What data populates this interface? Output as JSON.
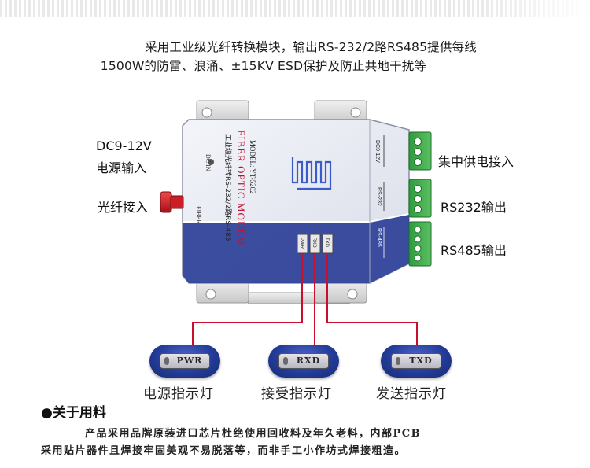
{
  "intro": {
    "line1": "采用工业级光纤转换模块，输出RS-232/2路RS485提供每线",
    "line2": "1500W的防雷、浪涌、±15KV ESD保护及防止共地干扰等"
  },
  "labels": {
    "dc_power_line1": "DC9-12V",
    "dc_power_line2": "电源输入",
    "fiber_in": "光纤接入",
    "bus_power": "集中供电接入",
    "rs232_out": "RS232输出",
    "rs485_out": "RS485输出"
  },
  "device": {
    "brand_vertical": "工业级光纤转RS-232/2路RS-485",
    "title_vertical": "FIBER OPTIC MODEM",
    "model_vertical": "MODEL: YT-5202",
    "dc_in": "DC IN",
    "fiber": "FIBER",
    "led_pwr": "PWR",
    "led_rxd": "RXD",
    "led_txd": "TXD",
    "term_dc": "DC9-12V",
    "term_232": "RS-232",
    "term_485": "RS-485"
  },
  "indicators": [
    {
      "code": "PWR",
      "label": "电源指示灯"
    },
    {
      "code": "RXD",
      "label": "接受指示灯"
    },
    {
      "code": "TXD",
      "label": "发送指示灯"
    }
  ],
  "about": {
    "heading": "●关于用料",
    "body_line1": "产品采用品牌原装进口芯片杜绝使用回收料及年久老料，内部PCB",
    "body_line2": "采用贴片器件且焊接牢固美观不易脱落等，而非手工小作坊式焊接粗造。"
  },
  "colors": {
    "housing": "#e4e8f1",
    "stripe": "#2c3f98",
    "terminal_green": "#38a84a",
    "fiber_red": "#d0202a",
    "callout_red": "#c8102e",
    "pill_blue": "#243c9a"
  }
}
